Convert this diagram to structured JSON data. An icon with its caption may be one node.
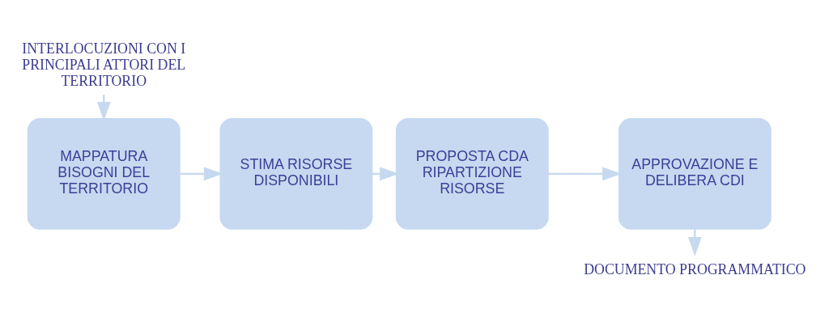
{
  "diagram": {
    "nodes": [
      {
        "text": [
          "INTERLOCUZIONI CON I PRINCIPALI ATTORI DEL TERRITORIO"
        ]
      },
      {
        "text": [
          "MAPPATURA BISOGNI DEL TERRITORIO"
        ]
      },
      {
        "text": [
          "STIMA RISORSE DISPONIBILI"
        ]
      },
      {
        "text": [
          "PROPOSTA CDA RIPARTIZIONE RISORSE"
        ]
      },
      {
        "text": [
          "APPROVAZIONE E DELIBERA CDI"
        ]
      },
      {
        "text": [
          "DOCUMENTO PROGRAMMATICO"
        ]
      }
    ],
    "edges": [
      {
        "from": 0,
        "to": 1,
        "arrow": "to"
      },
      {
        "from": 1,
        "to": 2,
        "arrow": "to"
      },
      {
        "from": 2,
        "to": 3,
        "arrow": "to"
      },
      {
        "from": 3,
        "to": 4,
        "arrow": "to"
      },
      {
        "from": 4,
        "to": 5,
        "arrow": "to"
      }
    ]
  }
}
